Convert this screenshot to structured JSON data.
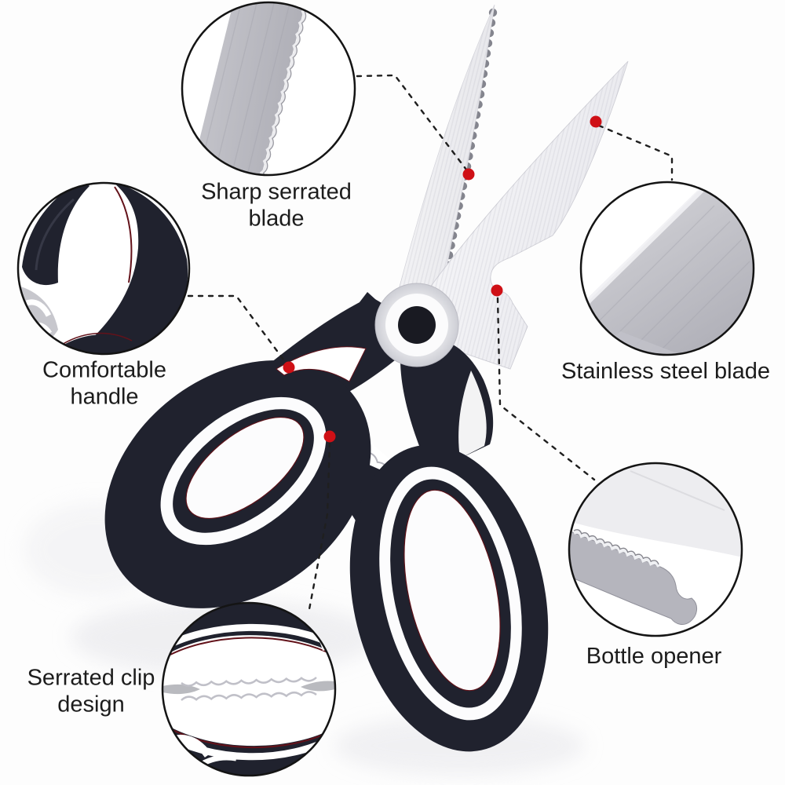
{
  "figure": {
    "type": "product-feature-infographic",
    "subject_visible": "black and white kitchen shears with five magnified detail circles",
    "leader_style": "dashed",
    "marker": "red-dot"
  },
  "callouts": [
    {
      "id": "sharp-serrated-blade",
      "label": "Sharp serrated blade"
    },
    {
      "id": "comfortable-handle",
      "label": "Comfortable handle"
    },
    {
      "id": "stainless-steel-blade",
      "label": "Stainless steel blade"
    },
    {
      "id": "serrated-clip-design",
      "label": "Serrated clip design"
    },
    {
      "id": "bottle-opener",
      "label": "Bottle opener"
    }
  ],
  "colors": {
    "accent_red": "#cf1016",
    "handle_dark": "#20222e",
    "steel_light": "#ededf0",
    "steel_mid": "#b5b5bd",
    "outline": "#1f1f1f",
    "text": "#1c1c1c",
    "background": "#fdfdfd"
  }
}
